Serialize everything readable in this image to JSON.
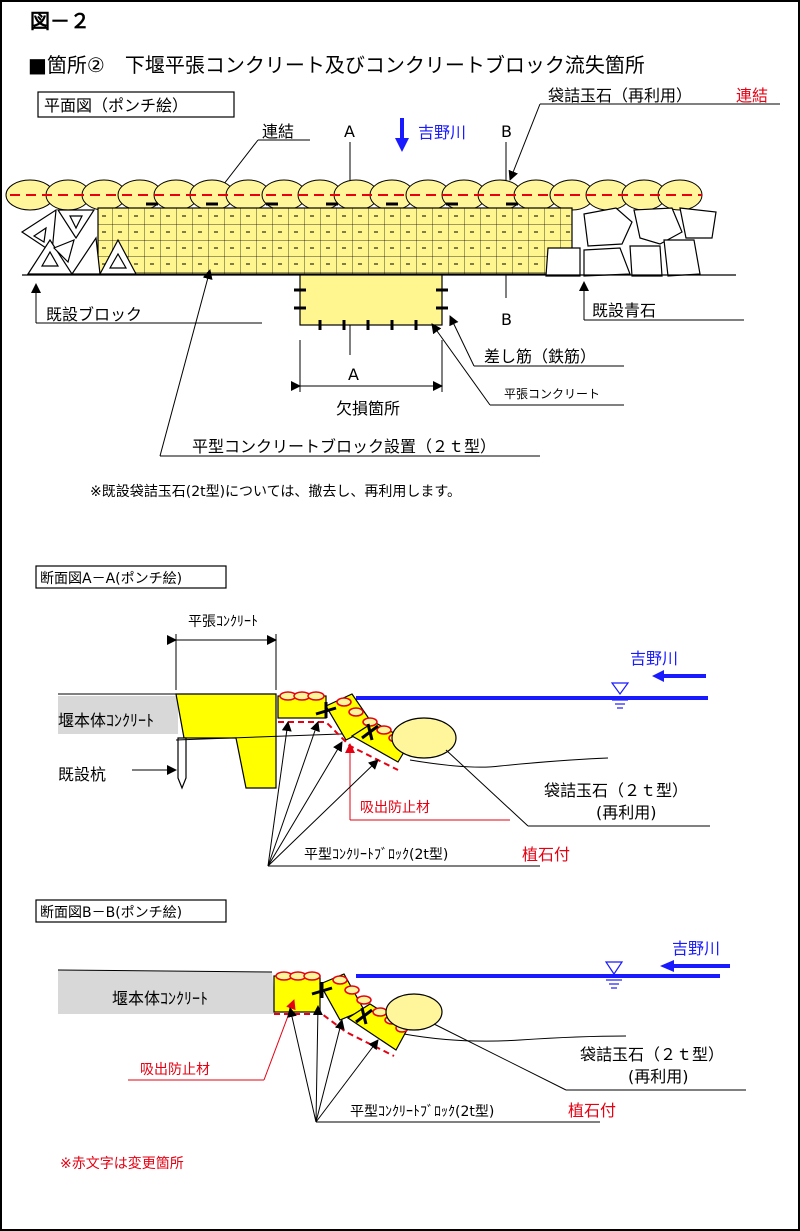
{
  "figure_no": "図－２",
  "heading": "■箇所②　下堰平張コンクリート及びコンクリートブロック流失箇所",
  "plan": {
    "box_label": "平面図（ポンチ絵）",
    "bag_label_black": "袋詰玉石（再利用）",
    "bag_label_red": "連結",
    "link_label": "連結",
    "section_a_top": "A",
    "section_b_top": "B",
    "section_a_bottom": "A",
    "section_b_bottom": "B",
    "river": "吉野川",
    "existing_block": "既設ブロック",
    "existing_stone": "既設青石",
    "rebar": "差し筋（鉄筋）",
    "flat_concrete": "平張コンクリート",
    "damaged": "欠損箇所",
    "block_install": "平型コンクリートブロック設置（２ｔ型）",
    "note": "※既設袋詰玉石(2t型)については、撤去し、再利用します。"
  },
  "section_aa": {
    "box_label": "断面図A－A(ポンチ絵)",
    "flat_concrete": "平張ｺﾝｸﾘｰﾄ",
    "river": "吉野川",
    "weir_body": "堰本体ｺﾝｸﾘｰﾄ",
    "existing_pile": "既設杭",
    "anti_suction": "吸出防止材",
    "bag_stone": "袋詰玉石（２ｔ型）",
    "reuse": "(再利用)",
    "block_label": "平型ｺﾝｸﾘｰﾄﾌﾞﾛｯｸ(2t型)",
    "block_red": "植石付"
  },
  "section_bb": {
    "box_label": "断面図B－B(ポンチ絵)",
    "river": "吉野川",
    "weir_body": "堰本体ｺﾝｸﾘｰﾄ",
    "anti_suction": "吸出防止材",
    "bag_stone": "袋詰玉石（２ｔ型）",
    "reuse": "(再利用)",
    "block_label": "平型ｺﾝｸﾘｰﾄﾌﾞﾛｯｸ(2t型)",
    "block_red": "植石付"
  },
  "footer_note": "※赤文字は変更箇所",
  "colors": {
    "concrete_yellow": "#ffff00",
    "block_yellow": "#fff68f",
    "bag_yellow": "#fff59a",
    "red": "#e60012",
    "blue": "#1a1aff",
    "gray": "#d8d8d8"
  }
}
